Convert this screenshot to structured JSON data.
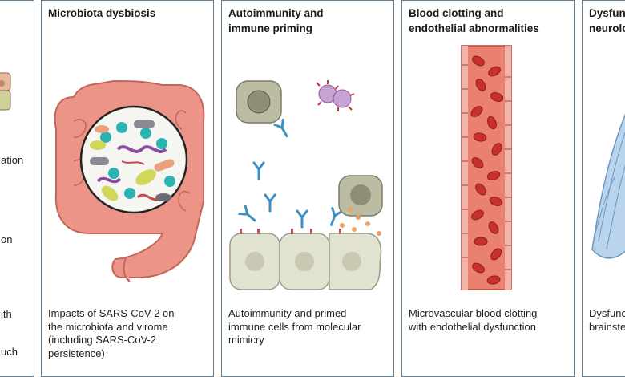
{
  "panel_left": {
    "fragments": [
      "ation",
      "on",
      "ith",
      "uch"
    ]
  },
  "panel_microbiota": {
    "title": "Microbiota dysbiosis",
    "caption_lines": [
      "Impacts of SARS-CoV-2 on",
      "the microbiota and virome",
      "(including SARS-CoV-2",
      "persistence)"
    ]
  },
  "panel_autoimmunity": {
    "title_lines": [
      "Autoimmunity and",
      "immune priming"
    ],
    "caption_lines": [
      "Autoimmunity and primed",
      "immune cells from molecular",
      "mimicry"
    ]
  },
  "panel_clotting": {
    "title_lines": [
      "Blood clotting and",
      "endothelial abnormalities"
    ],
    "caption_lines": [
      "Microvascular blood clotting",
      "with endothelial dysfunction"
    ]
  },
  "panel_right": {
    "title_lines": [
      "Dysfunc",
      "neurolo"
    ],
    "caption_lines": [
      "Dysfunc",
      "brainste"
    ]
  },
  "colors": {
    "border": "#5d7f98",
    "intestine": "#e98a7c",
    "vessel": "#d9534f",
    "cell": "#d8d7c2",
    "antibody": "#3b8fc5",
    "virus": "#c7a3d4"
  }
}
